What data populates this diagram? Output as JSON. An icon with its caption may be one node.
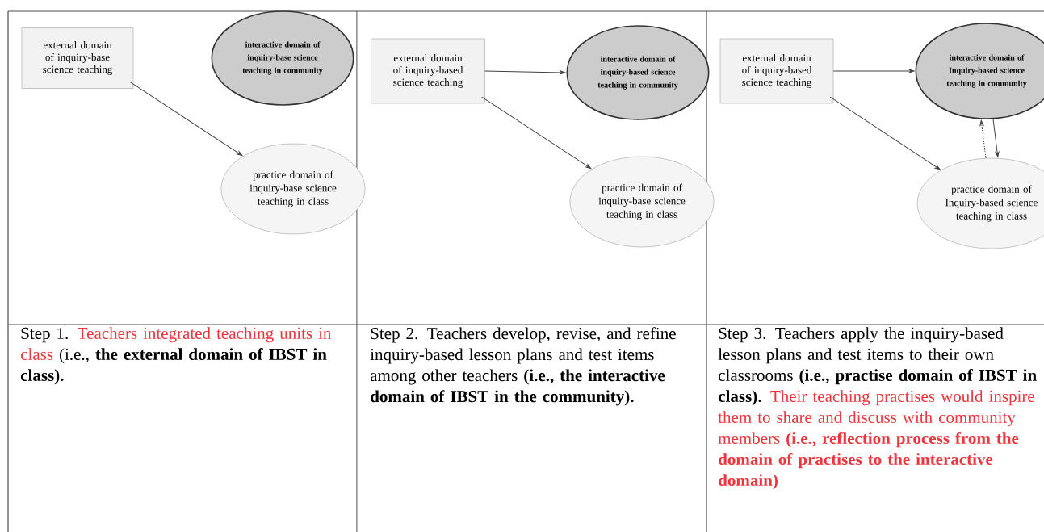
{
  "diagram": {
    "nodes": [
      {
        "text": [
          "external domain of inquiry-base science teaching"
        ]
      },
      {
        "text": [
          "interactive domain of inquiry-base science teaching in community"
        ]
      },
      {
        "text": [
          "practice domain of inquiry-base science teaching in class"
        ]
      },
      {
        "text": [
          "external domain of inquiry-based science teaching"
        ]
      },
      {
        "text": [
          "interactive domain of inquiry-based science teaching in community"
        ]
      },
      {
        "text": [
          "practice domain of inquiry-base science teaching in class"
        ]
      },
      {
        "text": [
          "external domain of inquiry-based science teaching"
        ]
      },
      {
        "text": [
          "interactive domain of Inquiry-based science teaching in community"
        ]
      },
      {
        "text": [
          "practice domain of Inquiry-based science teaching in class"
        ]
      }
    ],
    "edges": [
      {
        "from": 0,
        "to": 2,
        "arrow": "to"
      },
      {
        "from": 3,
        "to": 4,
        "arrow": "to"
      },
      {
        "from": 3,
        "to": 5,
        "arrow": "to"
      },
      {
        "from": 6,
        "to": 7,
        "arrow": "to"
      },
      {
        "from": 6,
        "to": 8,
        "arrow": "to"
      },
      {
        "from": 8,
        "to": 7,
        "arrow": "to",
        "style": "dashed"
      },
      {
        "from": 7,
        "to": 8,
        "arrow": "to"
      }
    ],
    "labels": [
      "Step 1.",
      "Teachers integrated teaching units in class",
      "(i.e., **the external domain of IBST in class).**",
      "Step 2. Teachers develop, revise, and refine inquiry-based lesson plans and test items among other teachers **(i.e., the interactive domain of IBST in the community).**",
      "Step 3. Teachers apply the inquiry-based lesson plans and test items to their own classrooms **(i.e., practise domain of IBST in class)**.",
      "Their teaching practises would inspire them to share and discuss with community members **(i.e., reflection process from the domain of practises to the interactive domain)**"
    ]
  }
}
